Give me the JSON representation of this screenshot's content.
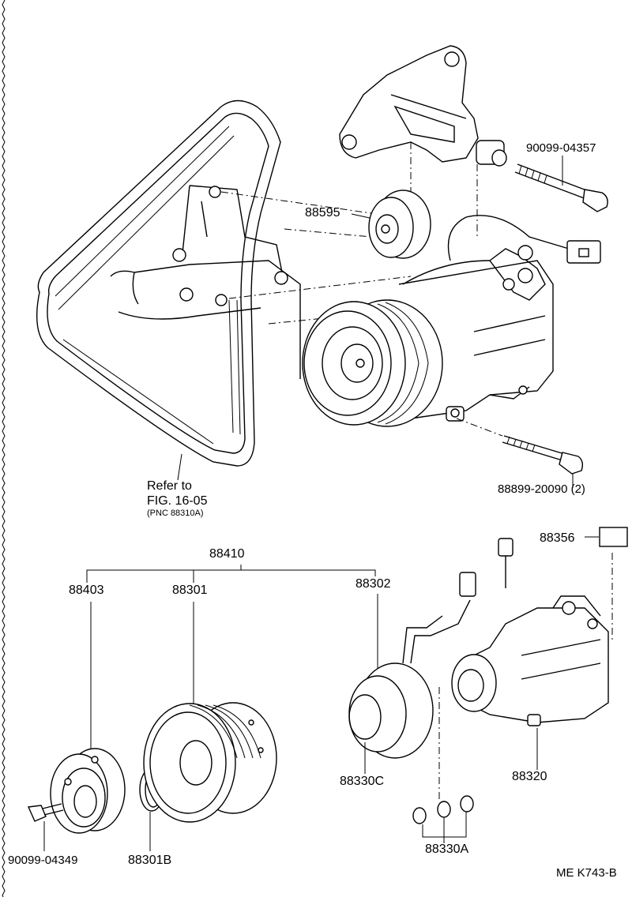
{
  "labels": {
    "bolt_top": "90099-04357",
    "idler": "88595",
    "bolt_bottom": "88899-20090 (2)",
    "refer_line1": "Refer to",
    "refer_line2": "FIG. 16-05",
    "refer_line3": "(PNC 88310A)",
    "assembly": "88410",
    "pressure_plate": "88403",
    "pulley": "88301",
    "field_coil": "88302",
    "label_plate": "88356",
    "snap_ring_c": "88330C",
    "compressor": "88320",
    "shims": "88330A",
    "bolt_clutch": "90099-04349",
    "snap_ring_b": "88301B",
    "figure_code": "ME  K743-B"
  }
}
